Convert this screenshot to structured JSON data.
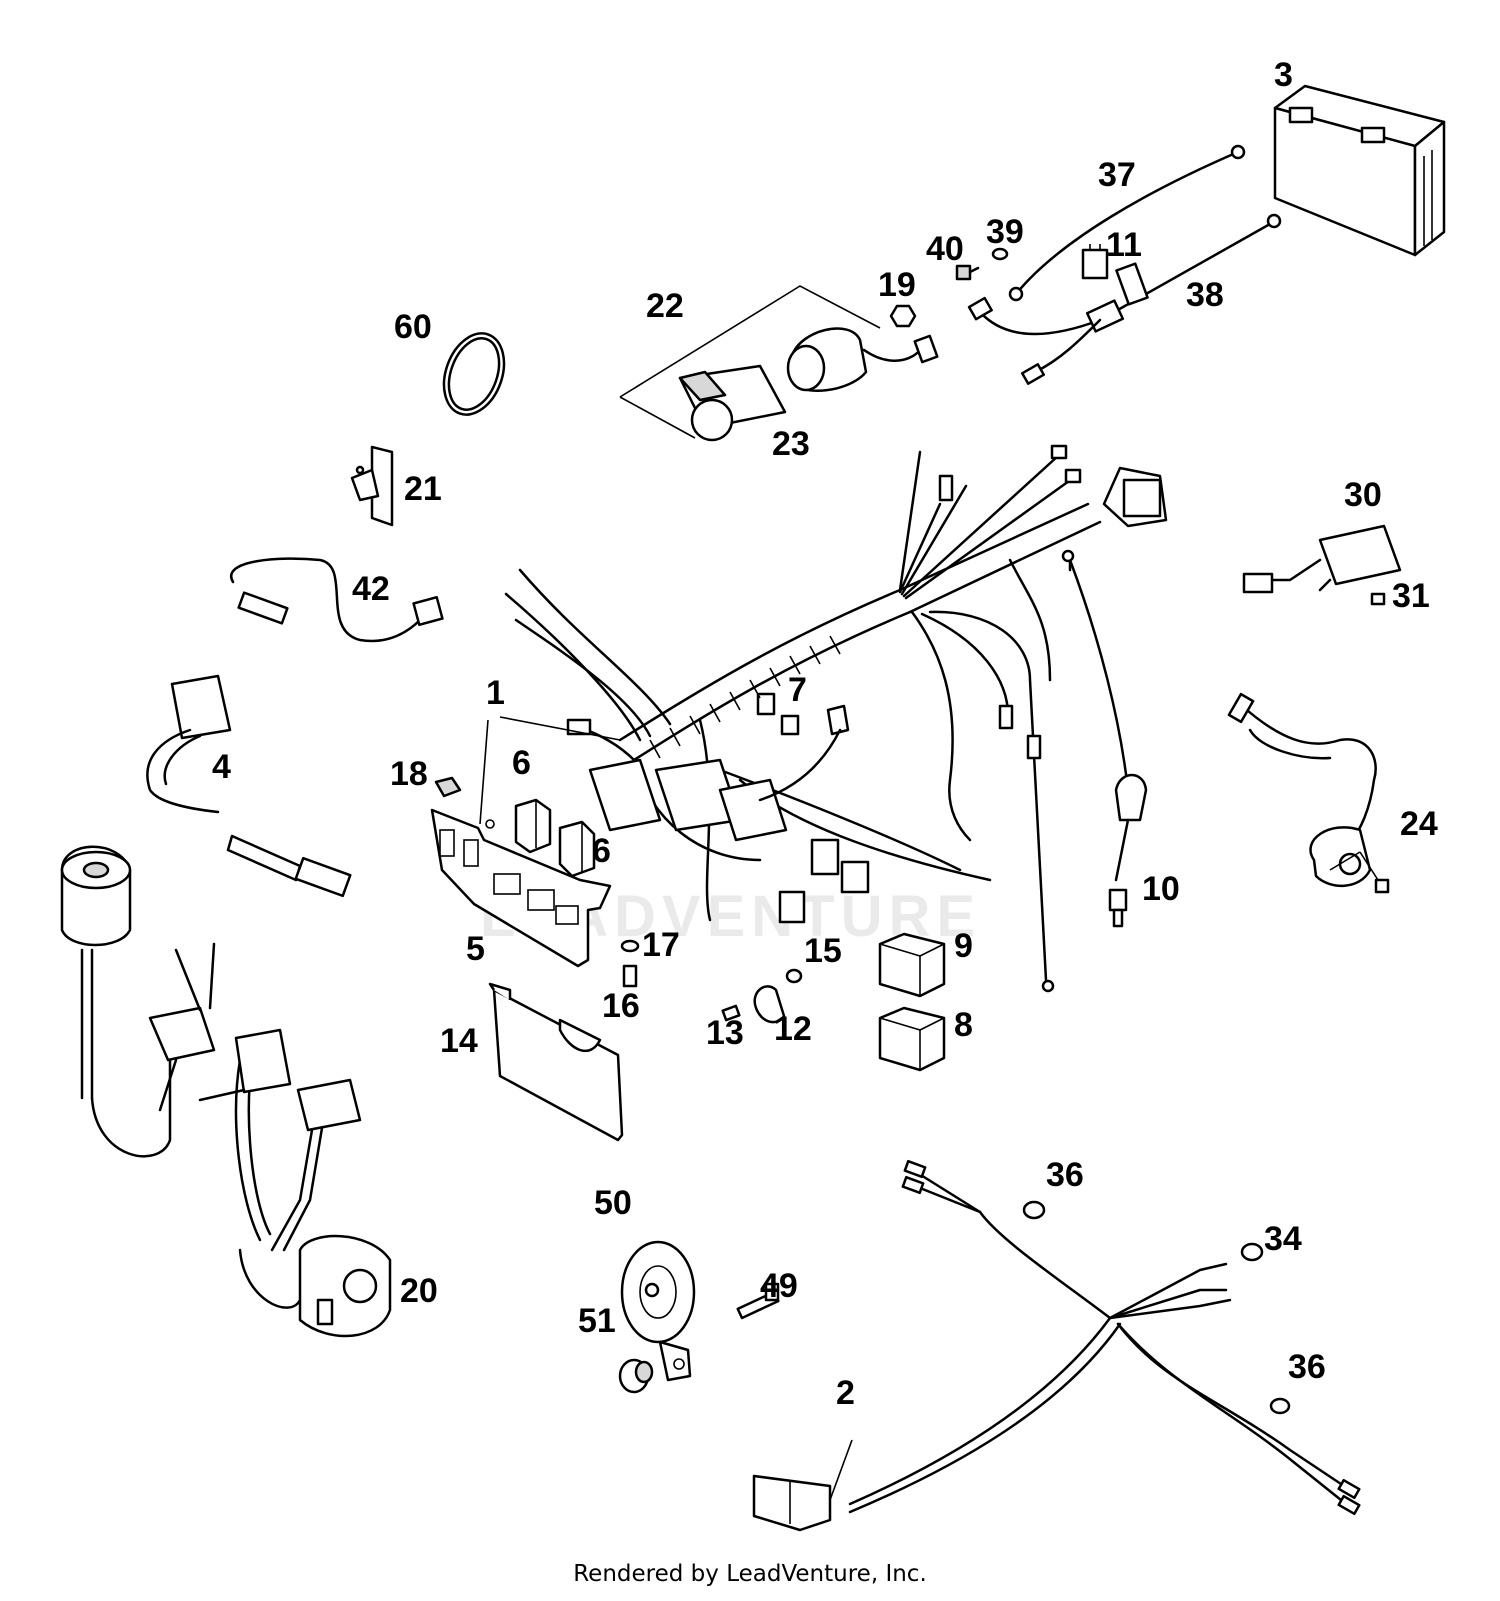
{
  "watermark": "LEADVENTURE",
  "footer": "Rendered by LeadVenture, Inc.",
  "callouts": {
    "c1": "1",
    "c2": "2",
    "c3": "3",
    "c4": "4",
    "c5": "5",
    "c6a": "6",
    "c6b": "6",
    "c7": "7",
    "c8": "8",
    "c9": "9",
    "c10": "10",
    "c11": "11",
    "c12": "12",
    "c13": "13",
    "c14": "14",
    "c15": "15",
    "c16": "16",
    "c17": "17",
    "c18": "18",
    "c19": "19",
    "c20": "20",
    "c21": "21",
    "c22": "22",
    "c23": "23",
    "c24": "24",
    "c30": "30",
    "c31": "31",
    "c34": "34",
    "c36a": "36",
    "c36b": "36",
    "c37": "37",
    "c38": "38",
    "c39": "39",
    "c40": "40",
    "c42": "42",
    "c49": "49",
    "c50": "50",
    "c51": "51",
    "c60": "60"
  }
}
